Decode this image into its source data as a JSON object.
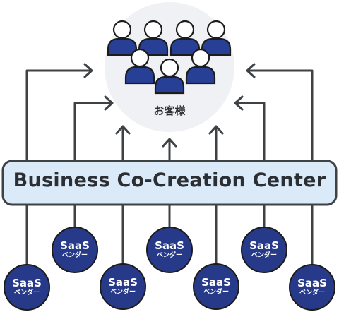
{
  "center": {
    "label": "Business Co-Creation Center"
  },
  "customers": {
    "label": "お客様",
    "count": 7
  },
  "vendors": [
    {
      "name": "SaaS",
      "sub": "ベンダー"
    },
    {
      "name": "SaaS",
      "sub": "ベンダー"
    },
    {
      "name": "SaaS",
      "sub": "ベンダー"
    },
    {
      "name": "SaaS",
      "sub": "ベンダー"
    },
    {
      "name": "SaaS",
      "sub": "ベンダー"
    },
    {
      "name": "SaaS",
      "sub": "ベンダー"
    },
    {
      "name": "SaaS",
      "sub": "ベンダー"
    }
  ],
  "colors": {
    "box_fill": "#dbeaf8",
    "box_stroke": "#3f4245",
    "people_fill": "#283f96",
    "vendor_fill": "#273a8a",
    "arrow": "#3f4245",
    "customer_bg": "#f0f1f5"
  }
}
